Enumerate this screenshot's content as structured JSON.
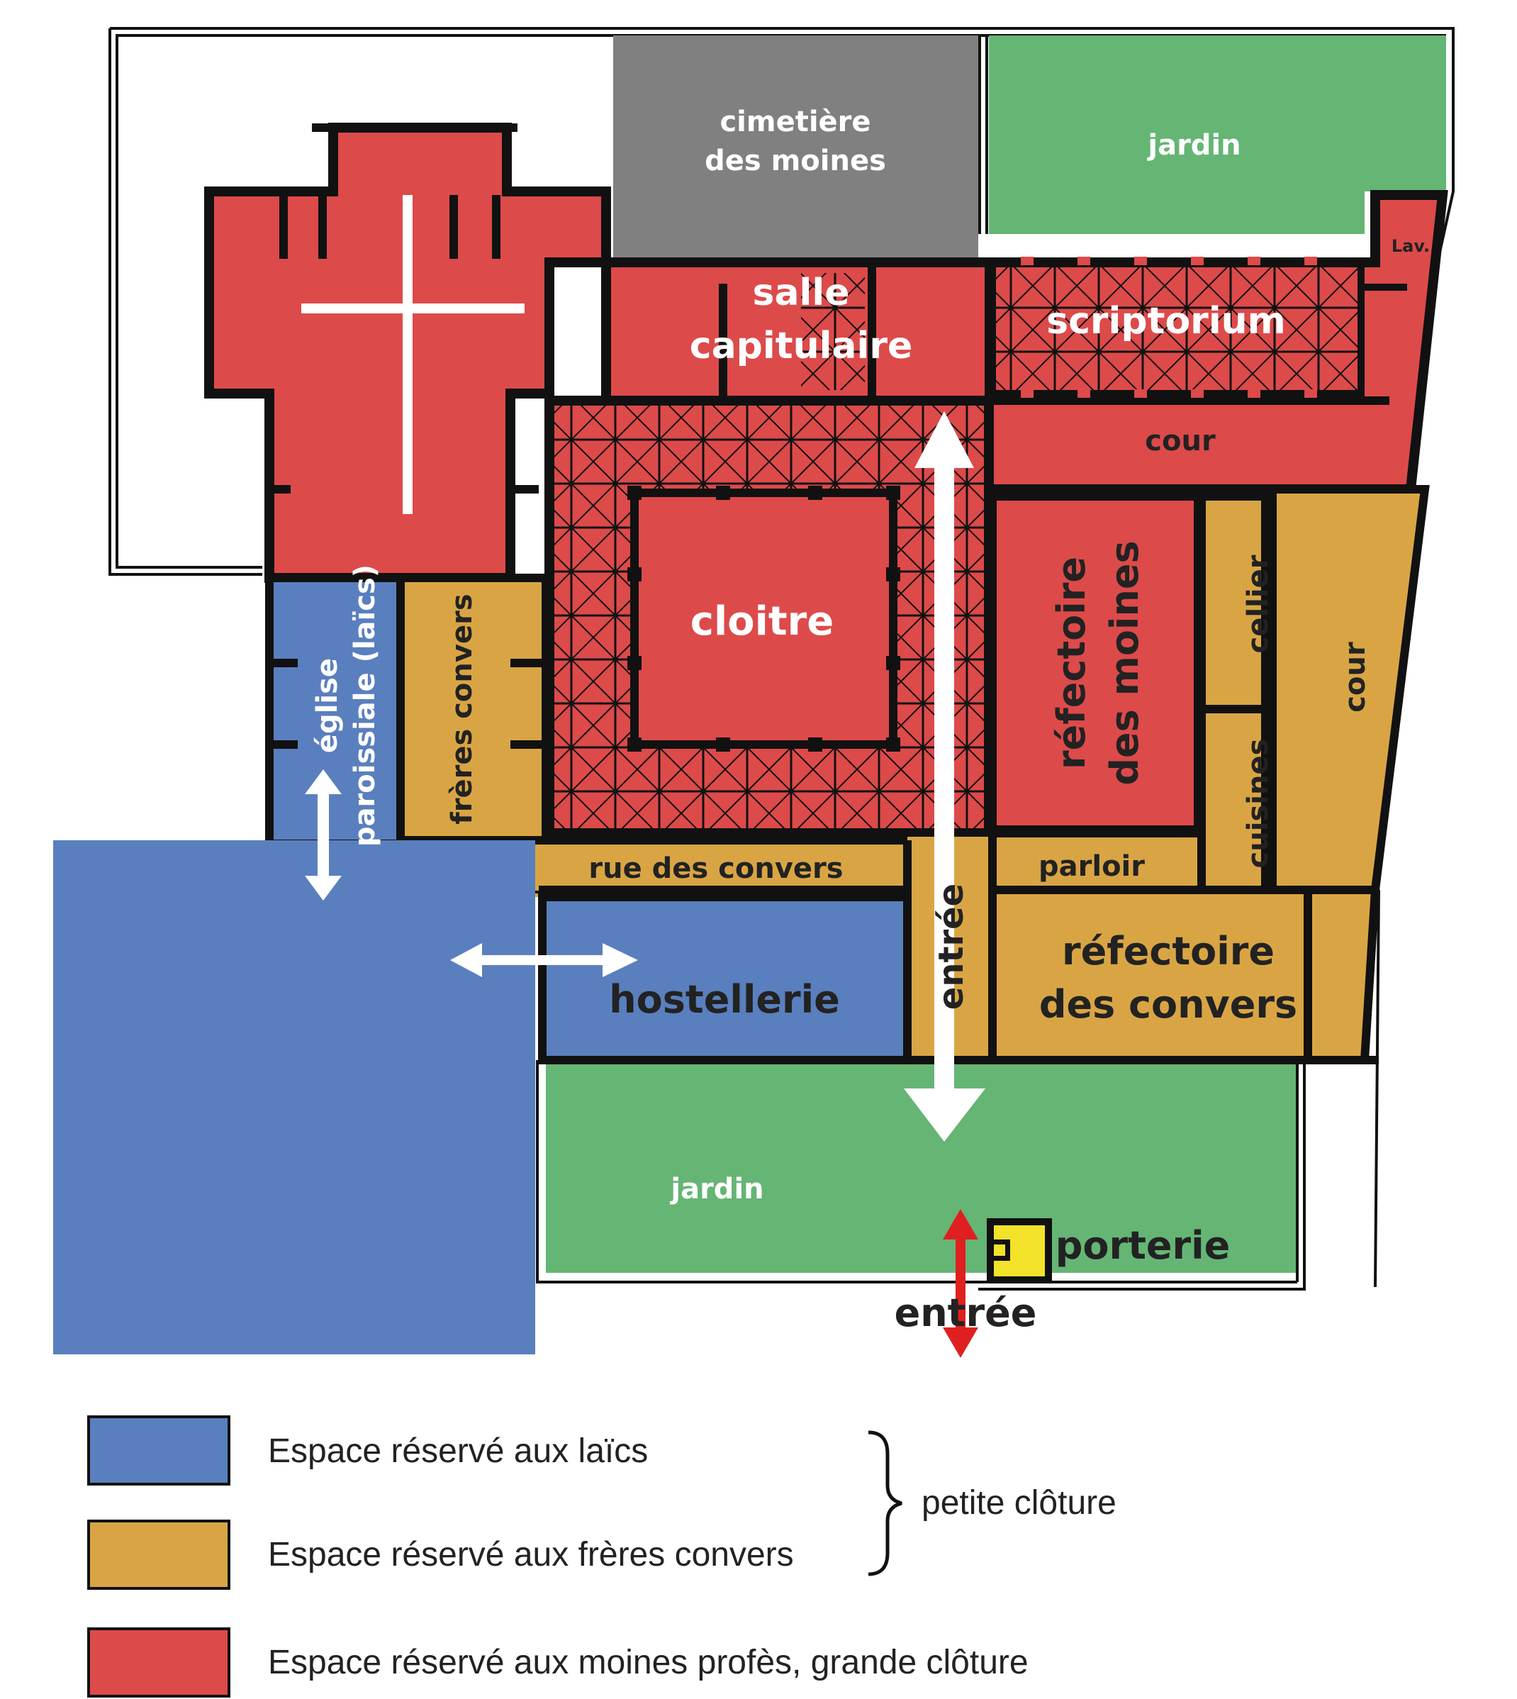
{
  "colors": {
    "laics": "#5a7fbe",
    "convers": "#d9a544",
    "moines": "#dd4a4a",
    "jardin": "#65b575",
    "cimetiere": "#808080",
    "porterie": "#f2e22a",
    "wall": "#111111",
    "entry_arrow": "#e02020",
    "white": "#ffffff"
  },
  "rooms": {
    "cimetiere": "cimetière des moines",
    "cimetiere_l1": "cimetière",
    "cimetiere_l2": "des moines",
    "jardin_north": "jardin",
    "lav": "Lav.",
    "salle_l1": "salle",
    "salle_l2": "capitulaire",
    "scriptorium": "scriptorium",
    "cour_north": "cour",
    "cloitre": "cloitre",
    "refectoire_moines_l1": "réfectoire",
    "refectoire_moines_l2": "des moines",
    "cellier": "cellier",
    "cuisines": "cuisines",
    "cour_east": "cour",
    "eglise_l1": "église",
    "eglise_l2": "paroissiale (laïcs)",
    "freres_convers": "frères convers",
    "rue_des_convers": "rue des convers",
    "parloir": "parloir",
    "entree_vertical": "entrée",
    "hostellerie": "hostellerie",
    "refectoire_convers_l1": "réfectoire",
    "refectoire_convers_l2": "des convers",
    "jardin_south": "jardin",
    "porterie": "porterie",
    "entree_south": "entrée"
  },
  "legend": {
    "items": [
      {
        "label": "Espace réservé aux laïcs",
        "color": "#5a7fbe"
      },
      {
        "label": "Espace réservé aux frères convers",
        "color": "#d9a544"
      },
      {
        "label": "Espace réservé aux moines profès, grande clôture",
        "color": "#dd4a4a"
      }
    ],
    "brace_label": "petite clôture"
  }
}
